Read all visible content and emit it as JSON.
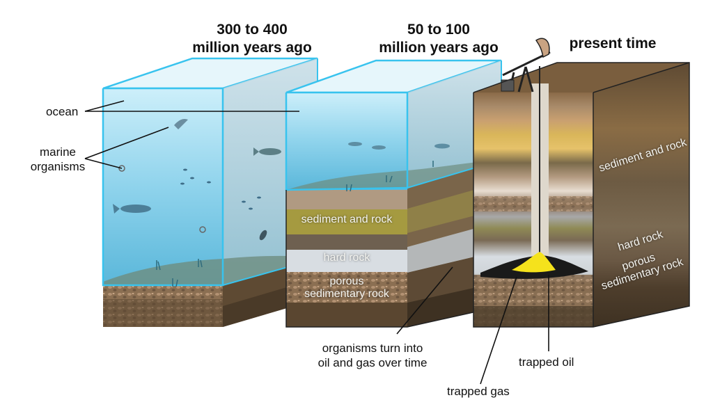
{
  "eras": {
    "first": {
      "line1": "300 to 400",
      "line2": "million years ago"
    },
    "second": {
      "line1": "50 to 100",
      "line2": "million years ago"
    },
    "third": {
      "line1": "present time"
    }
  },
  "labels": {
    "ocean": "ocean",
    "marine_line1": "marine",
    "marine_line2": "organisms",
    "organisms_line1": "organisms turn into",
    "organisms_line2": "oil and gas over time",
    "trapped_oil": "trapped oil",
    "trapped_gas": "trapped gas"
  },
  "layers_middle": {
    "sediment": "sediment and rock",
    "hard": "hard rock",
    "porous_line1": "porous",
    "porous_line2": "sedimentary rock"
  },
  "layers_right": {
    "sediment": "sediment and rock",
    "hard": "hard rock",
    "porous_line1": "porous",
    "porous_line2": "sedimentary rock"
  },
  "colors": {
    "water": "#8fd3ec",
    "water_edge": "#3fc6f0",
    "sediment": "#6b5a3c",
    "oil_gas": "#f5e21c",
    "oil": "#1a1a1a"
  }
}
